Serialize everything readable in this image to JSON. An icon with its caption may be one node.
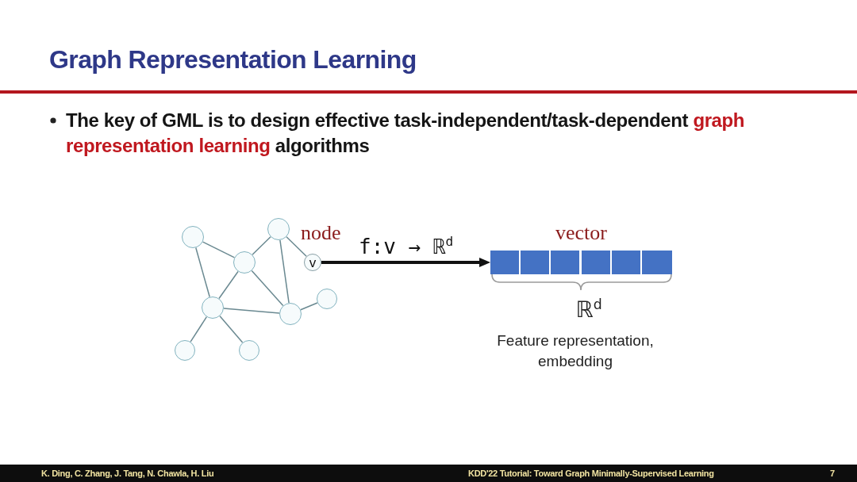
{
  "diagram": {
    "title": "Graph Representation Learning",
    "nodes": [
      {
        "text": [],
        "shape": "circle"
      },
      {
        "text": [],
        "shape": "circle"
      },
      {
        "text": [],
        "shape": "circle"
      },
      {
        "text": [
          "v"
        ],
        "beside": [
          "node"
        ]
      },
      {
        "text": [],
        "shape": "circle"
      },
      {
        "text": [],
        "shape": "circle"
      },
      {
        "text": [],
        "shape": "circle"
      },
      {
        "text": [],
        "shape": "circle"
      },
      {
        "text": [],
        "shape": "circle"
      },
      {
        "text": [
          "vector"
        ]
      }
    ],
    "edges": [
      {
        "from": 0,
        "to": 2,
        "arrow": "none"
      },
      {
        "from": 0,
        "to": 4,
        "arrow": "none"
      },
      {
        "from": 1,
        "to": 2,
        "arrow": "none"
      },
      {
        "from": 1,
        "to": 3,
        "arrow": "none"
      },
      {
        "from": 1,
        "to": 5,
        "arrow": "none"
      },
      {
        "from": 2,
        "to": 4,
        "arrow": "none"
      },
      {
        "from": 2,
        "to": 5,
        "arrow": "none"
      },
      {
        "from": 4,
        "to": 5,
        "arrow": "none"
      },
      {
        "from": 5,
        "to": 6,
        "arrow": "none"
      },
      {
        "from": 4,
        "to": 7,
        "arrow": "none"
      },
      {
        "from": 4,
        "to": 8,
        "arrow": "none"
      },
      {
        "from": 3,
        "to": 9,
        "arrow": "to",
        "label": "f:v → ℝ$^{d}$",
        "style": "thick",
        "color": "#111111"
      }
    ],
    "labels": [
      "The key of GML is to design effective task-independent/task-dependent **graph representation learning** algorithms",
      "ℝ$^{d}$",
      "Feature representation, embedding",
      "K. Ding, C. Zhang, J. Tang, N. Chawla, H. Liu",
      "KDD'22 Tutorial: Toward Graph Minimally-Supervised Learning",
      "7"
    ]
  }
}
